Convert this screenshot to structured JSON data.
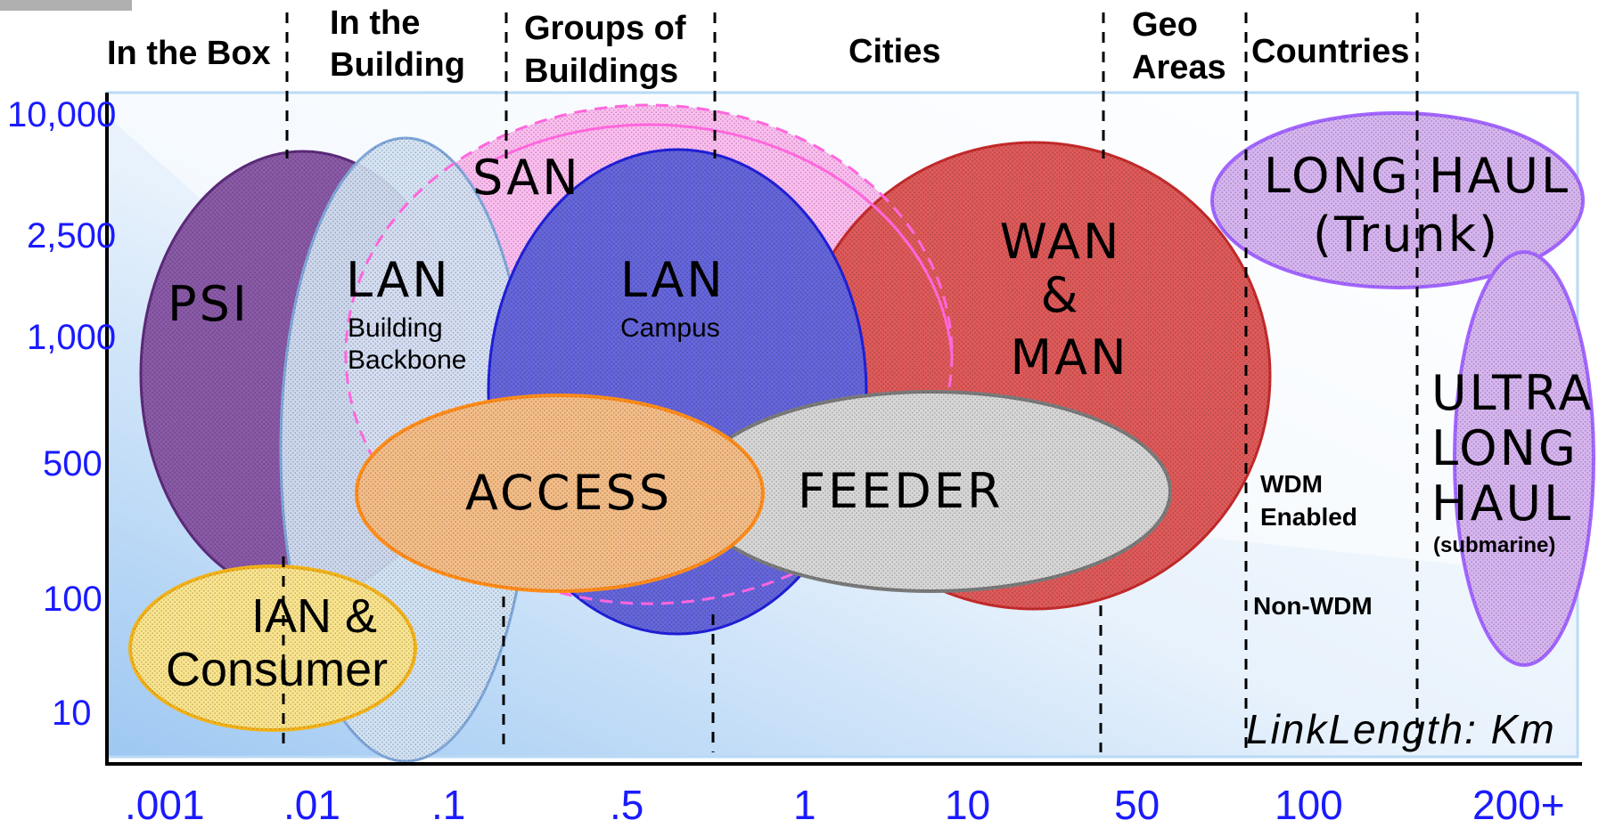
{
  "regions": [
    "In the Box",
    "In the",
    "Building",
    "Groups of",
    "Buildings",
    "Cities",
    "Geo",
    "Areas",
    "Countries"
  ],
  "y_ticks": [
    "10,000",
    "2,500",
    "1,000",
    "500",
    "100",
    "10"
  ],
  "x_ticks": [
    ".001",
    ".01",
    ".1",
    ".5",
    "1",
    "10",
    "50",
    "100",
    "200+"
  ],
  "networks": {
    "psi": "PSI",
    "san": "SAN",
    "lan_building": {
      "title": "LAN",
      "line1": "Building",
      "line2": "Backbone"
    },
    "lan_campus": {
      "title": "LAN",
      "sub": "Campus"
    },
    "wan": {
      "line1": "WAN",
      "line2": "&",
      "line3": "MAN"
    },
    "long_haul": {
      "line1": "LONG HAUL",
      "line2": "(Trunk)"
    },
    "ultra": {
      "line1": "ULTRA",
      "line2": "LONG",
      "line3": "HAUL",
      "line4": "(submarine)"
    },
    "access": "ACCESS",
    "feeder": "FEEDER",
    "ian": {
      "line1": "IAN &",
      "line2": "Consumer"
    }
  },
  "notes": {
    "wdm1": "WDM",
    "wdm2": "Enabled",
    "nonwdm": "Non-WDM"
  },
  "link_length": "LinkLength:  Km",
  "colors": {
    "axis_tick": "#1a1aff",
    "psi": "#5c2a7a",
    "lan_building": "#7fa6d9",
    "san": "#ff66dd",
    "lan_campus": "#1f1fd9",
    "wan": "#c42a2a",
    "long_haul": "#a366ff",
    "access": "#ff8c1a",
    "feeder": "#7a7a7a",
    "ian": "#f2b21a"
  }
}
